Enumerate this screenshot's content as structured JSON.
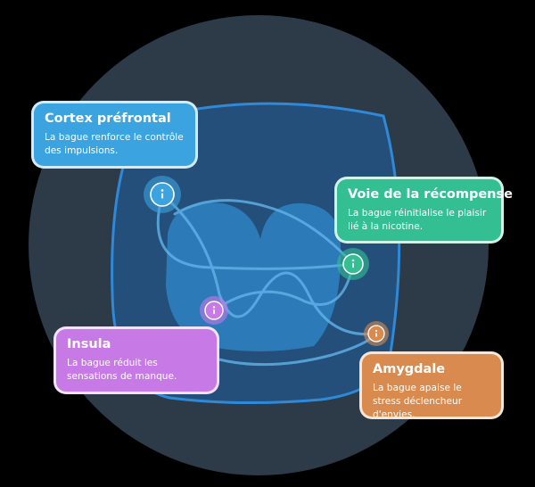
{
  "colors": {
    "background": "#000000",
    "outer_circle": "#2d3a47",
    "brain_outline": "#2f8ee0",
    "cortex": "#3aa3e0",
    "reward": "#34bf92",
    "insula": "#c77ae6",
    "amygdala": "#d98a4e"
  },
  "hotspot_icon": "info-icon",
  "cards": {
    "cortex": {
      "title": "Cortex préfrontal",
      "description": "La bague renforce le contrôle des impulsions."
    },
    "reward": {
      "title": "Voie de la récompense",
      "description": "La bague réinitialise le plaisir lié à la nicotine."
    },
    "insula": {
      "title": "Insula",
      "description": "La bague réduit les sensations de manque."
    },
    "amygdala": {
      "title": "Amygdale",
      "description": "La bague apaise le stress déclencheur d'envies."
    }
  }
}
